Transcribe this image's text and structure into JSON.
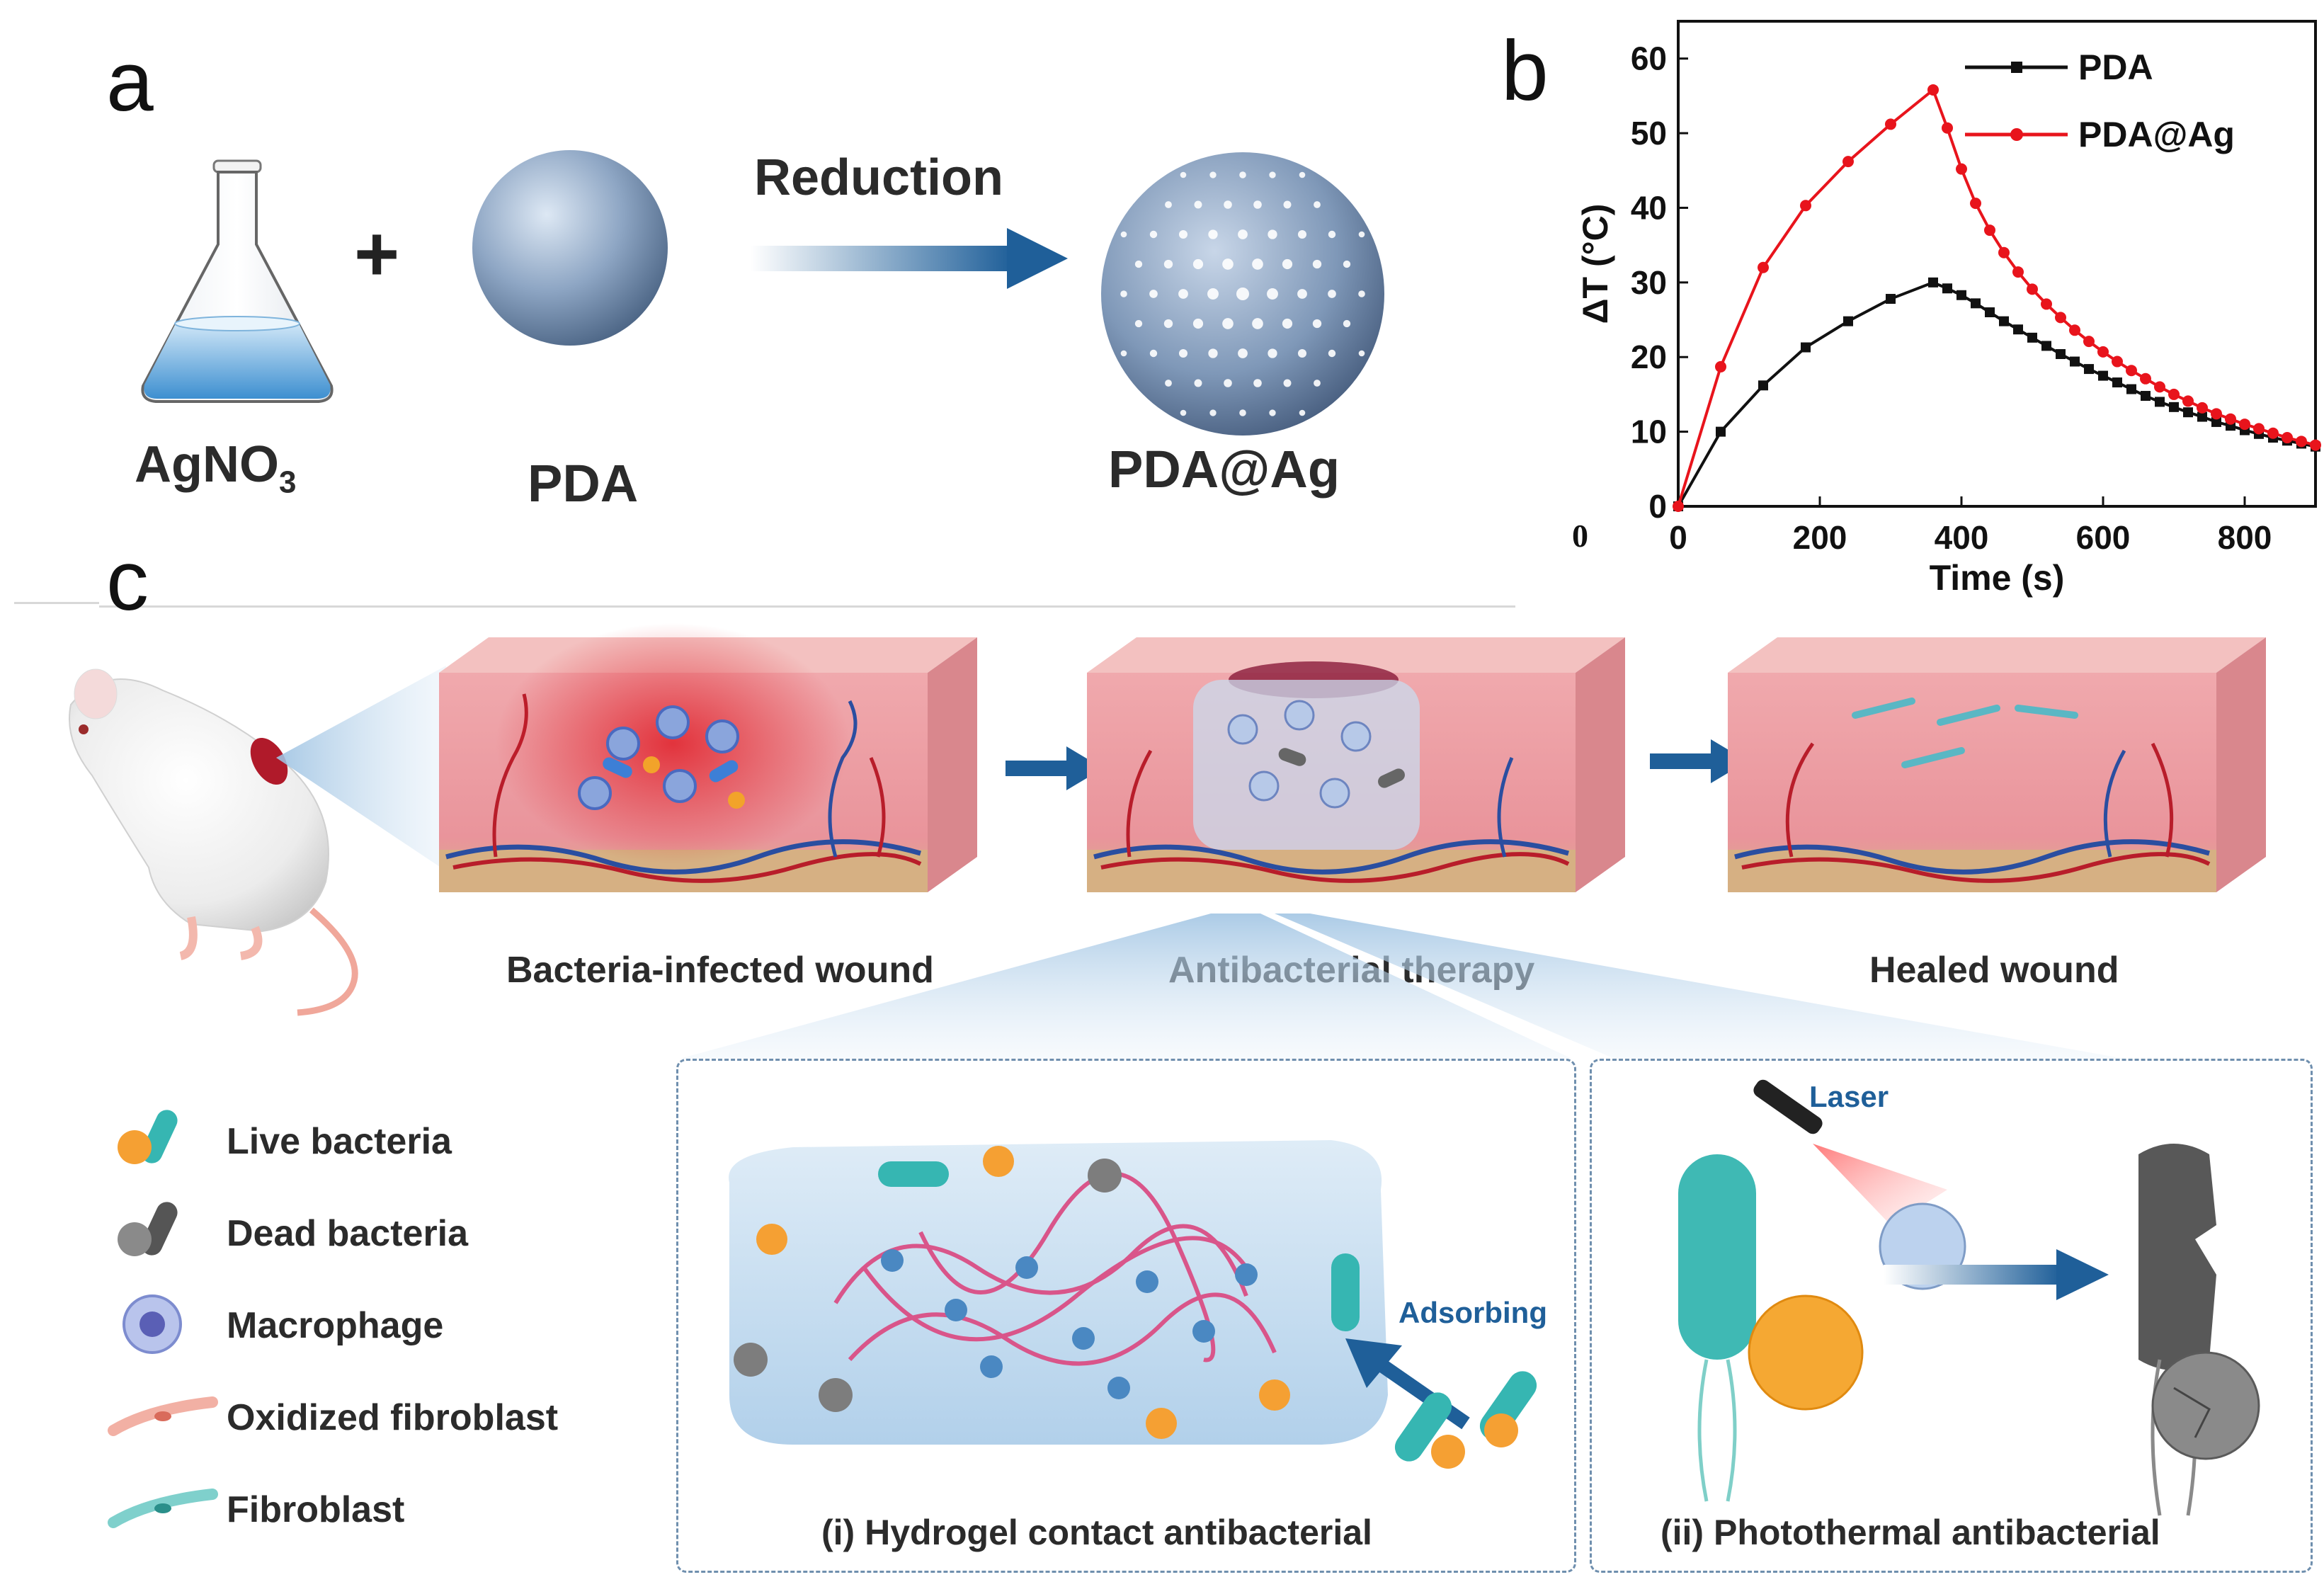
{
  "panels": {
    "a": {
      "letter": "a",
      "reagent_label": "AgNO",
      "reagent_subscript": "3",
      "plus": "+",
      "sphere_label": "PDA",
      "arrow_label": "Reduction",
      "product_label": "PDA@Ag"
    },
    "b": {
      "letter": "b",
      "stray_tick": "0"
    },
    "c": {
      "letter": "c",
      "stage_labels": [
        "Bacteria-infected wound",
        "Antibacterial therapy",
        "Healed wound"
      ],
      "inset_i_label": "(i) Hydrogel contact antibacterial",
      "inset_i_arrow": "Adsorbing",
      "inset_ii_label": "(ii) Photothermal antibacterial",
      "inset_ii_laser": "Laser",
      "legend": [
        {
          "label": "Live bacteria",
          "icon": "live-bacteria-icon"
        },
        {
          "label": "Dead bacteria",
          "icon": "dead-bacteria-icon"
        },
        {
          "label": "Macrophage",
          "icon": "macrophage-icon"
        },
        {
          "label": "Oxidized fibroblast",
          "icon": "oxidized-fibroblast-icon"
        },
        {
          "label": "Fibroblast",
          "icon": "fibroblast-icon"
        }
      ]
    }
  },
  "colors": {
    "pda_series": "#111111",
    "pda_ag_series": "#e8141c",
    "skin": "#e8949c",
    "arrow_blue": "#1f5f99",
    "hydrogel": "#bcd9ee"
  },
  "chart_data": {
    "type": "line",
    "title": "",
    "xlabel": "Time (s)",
    "ylabel": "ΔT (°C)",
    "xlim": [
      0,
      900
    ],
    "ylim": [
      0,
      65
    ],
    "xticks": [
      0,
      200,
      400,
      600,
      800
    ],
    "yticks": [
      0,
      10,
      20,
      30,
      40,
      50,
      60
    ],
    "legend_position": "top-right",
    "series": [
      {
        "name": "PDA",
        "color": "#111111",
        "marker": "square",
        "x": [
          0,
          60,
          120,
          180,
          240,
          300,
          360,
          380,
          400,
          420,
          440,
          460,
          480,
          500,
          520,
          540,
          560,
          580,
          600,
          620,
          640,
          660,
          680,
          700,
          720,
          740,
          760,
          780,
          800,
          820,
          840,
          860,
          880,
          900
        ],
        "y": [
          0,
          10,
          16.2,
          21.3,
          24.8,
          27.8,
          30,
          29.2,
          28.3,
          27.2,
          26,
          24.8,
          23.7,
          22.6,
          21.5,
          20.4,
          19.4,
          18.4,
          17.5,
          16.6,
          15.7,
          14.8,
          14,
          13.3,
          12.6,
          12,
          11.3,
          10.8,
          10.2,
          9.7,
          9.2,
          8.8,
          8.4,
          8
        ]
      },
      {
        "name": "PDA@Ag",
        "color": "#e8141c",
        "marker": "circle",
        "x": [
          0,
          60,
          120,
          180,
          240,
          300,
          360,
          380,
          400,
          420,
          440,
          460,
          480,
          500,
          520,
          540,
          560,
          580,
          600,
          620,
          640,
          660,
          680,
          700,
          720,
          740,
          760,
          780,
          800,
          820,
          840,
          860,
          880,
          900
        ],
        "y": [
          0,
          18.7,
          32,
          40.3,
          46.2,
          51.2,
          55.8,
          50.7,
          45.2,
          40.6,
          37,
          34,
          31.4,
          29.1,
          27.1,
          25.3,
          23.6,
          22.1,
          20.7,
          19.4,
          18.2,
          17.1,
          16,
          15,
          14.1,
          13.2,
          12.4,
          11.7,
          11,
          10.4,
          9.8,
          9.2,
          8.7,
          8.2
        ]
      }
    ]
  }
}
